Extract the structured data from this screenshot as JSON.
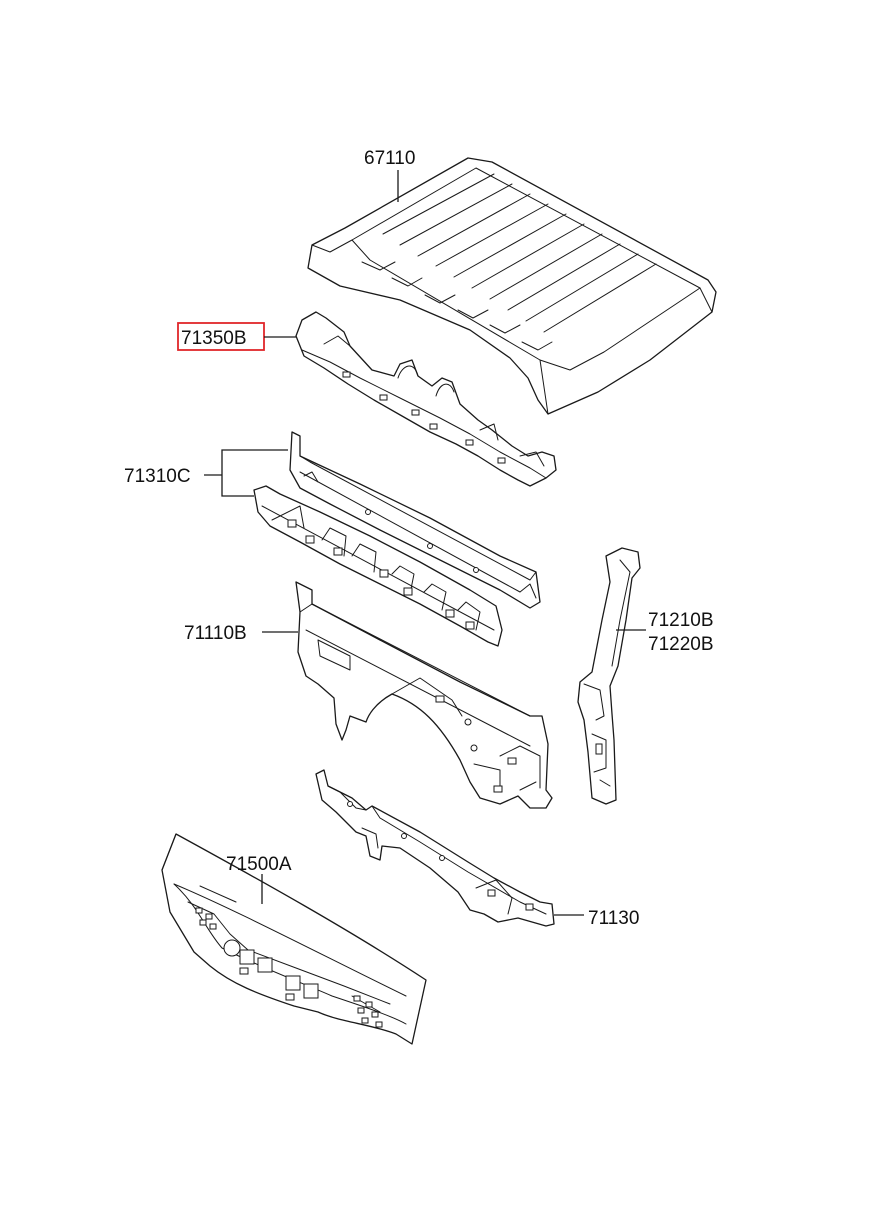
{
  "labels": {
    "part_67110": "67110",
    "part_71350B": "71350B",
    "part_71310C": "71310C",
    "part_71110B": "71110B",
    "part_71210B": "71210B",
    "part_71220B": "71220B",
    "part_71500A": "71500A",
    "part_71130": "71130"
  },
  "highlight": {
    "part": "71350B",
    "color": "#e0262a"
  }
}
